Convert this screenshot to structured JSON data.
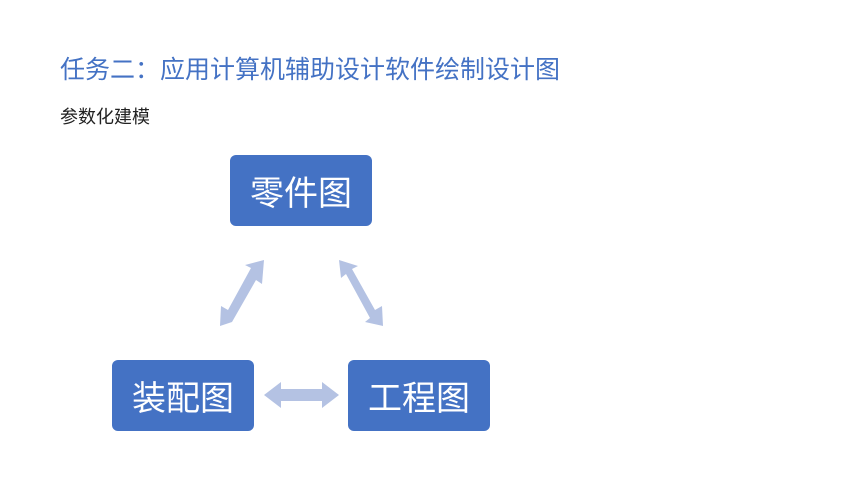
{
  "slide": {
    "title": "任务二：应用计算机辅助设计软件绘制设计图",
    "subtitle": "参数化建模"
  },
  "diagram": {
    "nodes": {
      "top": "零件图",
      "bottom_left": "装配图",
      "bottom_right": "工程图"
    },
    "colors": {
      "node_fill": "#4472c4",
      "node_text": "#ffffff",
      "arrow_fill": "#b4c2e3",
      "title_text": "#4472c4"
    }
  }
}
